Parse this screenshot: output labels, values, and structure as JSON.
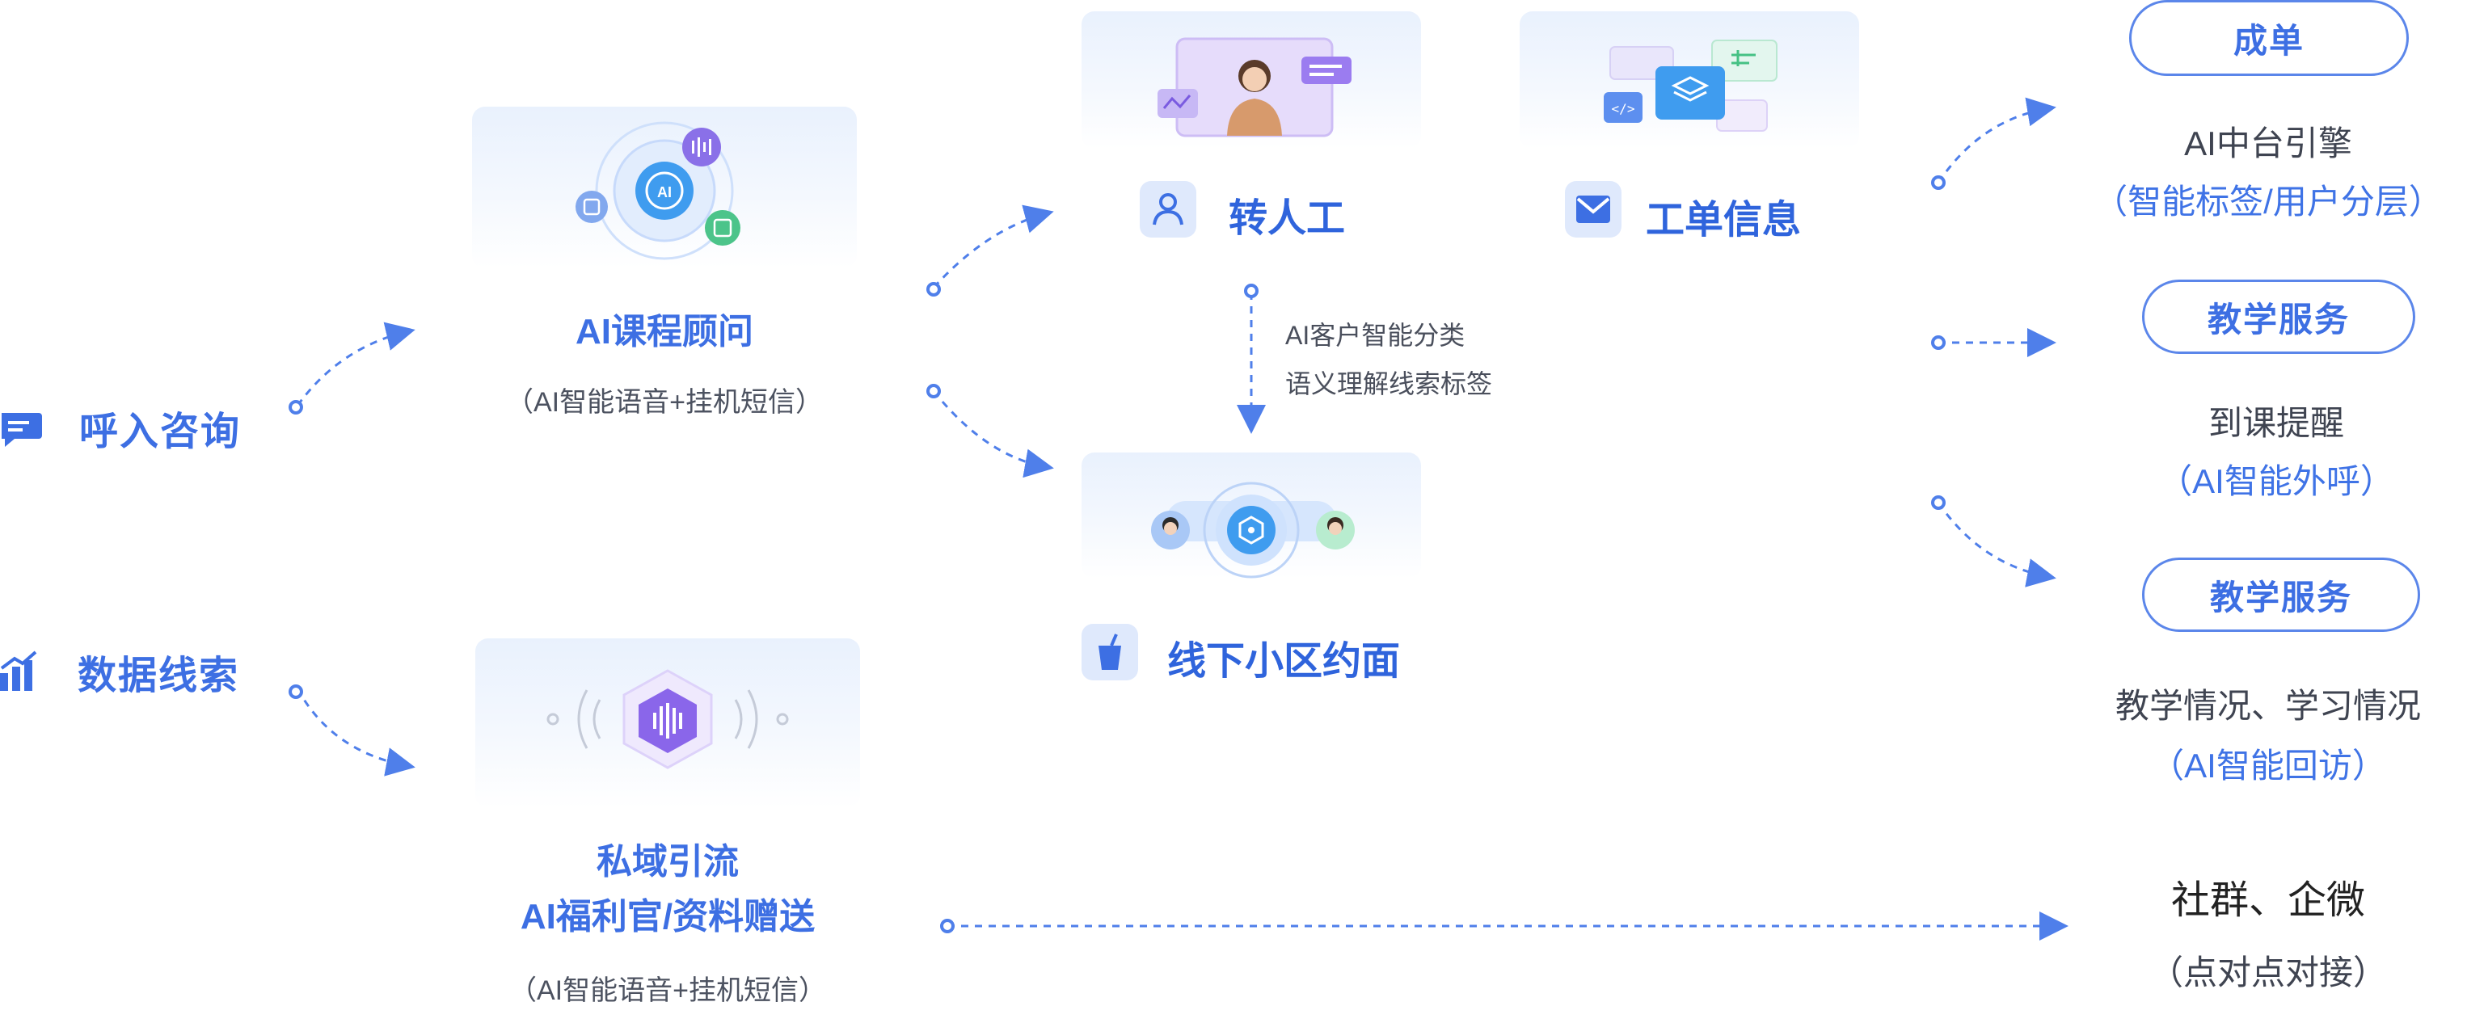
{
  "sources": {
    "inbound": "呼入咨询",
    "data_leads": "数据线索"
  },
  "modules": {
    "ai_course": {
      "title": "AI课程顾问",
      "sub": "（AI智能语音+挂机短信）",
      "badge": "AI"
    },
    "private": {
      "title1": "私域引流",
      "title2": "AI福利官/资料赠送",
      "sub": "（AI智能语音+挂机短信）"
    }
  },
  "actions": {
    "transfer": "转人工",
    "ticket": "工单信息",
    "offline": "线下小区约面",
    "classify_note_1": "AI客户智能分类",
    "classify_note_2": "语义理解线索标签"
  },
  "results": {
    "deal": {
      "pill": "成单",
      "main": "AI中台引擎",
      "sub": "（智能标签/用户分层）"
    },
    "teach1": {
      "pill": "教学服务",
      "main": "到课提醒",
      "sub": "（AI智能外呼）"
    },
    "teach2": {
      "pill": "教学服务",
      "main": "教学情况、学习情况",
      "sub": "（AI智能回访）"
    },
    "community": {
      "main": "社群、企微",
      "sub": "（点对点对接）"
    }
  },
  "colors": {
    "accent": "#3d6fe3",
    "line": "#4f7fea",
    "card_top": "#e9f1fd"
  },
  "icons": [
    "chat-icon",
    "bar-chart-icon",
    "person-icon",
    "mail-icon",
    "cup-icon",
    "ai-head-icon",
    "sound-wave-icon"
  ]
}
